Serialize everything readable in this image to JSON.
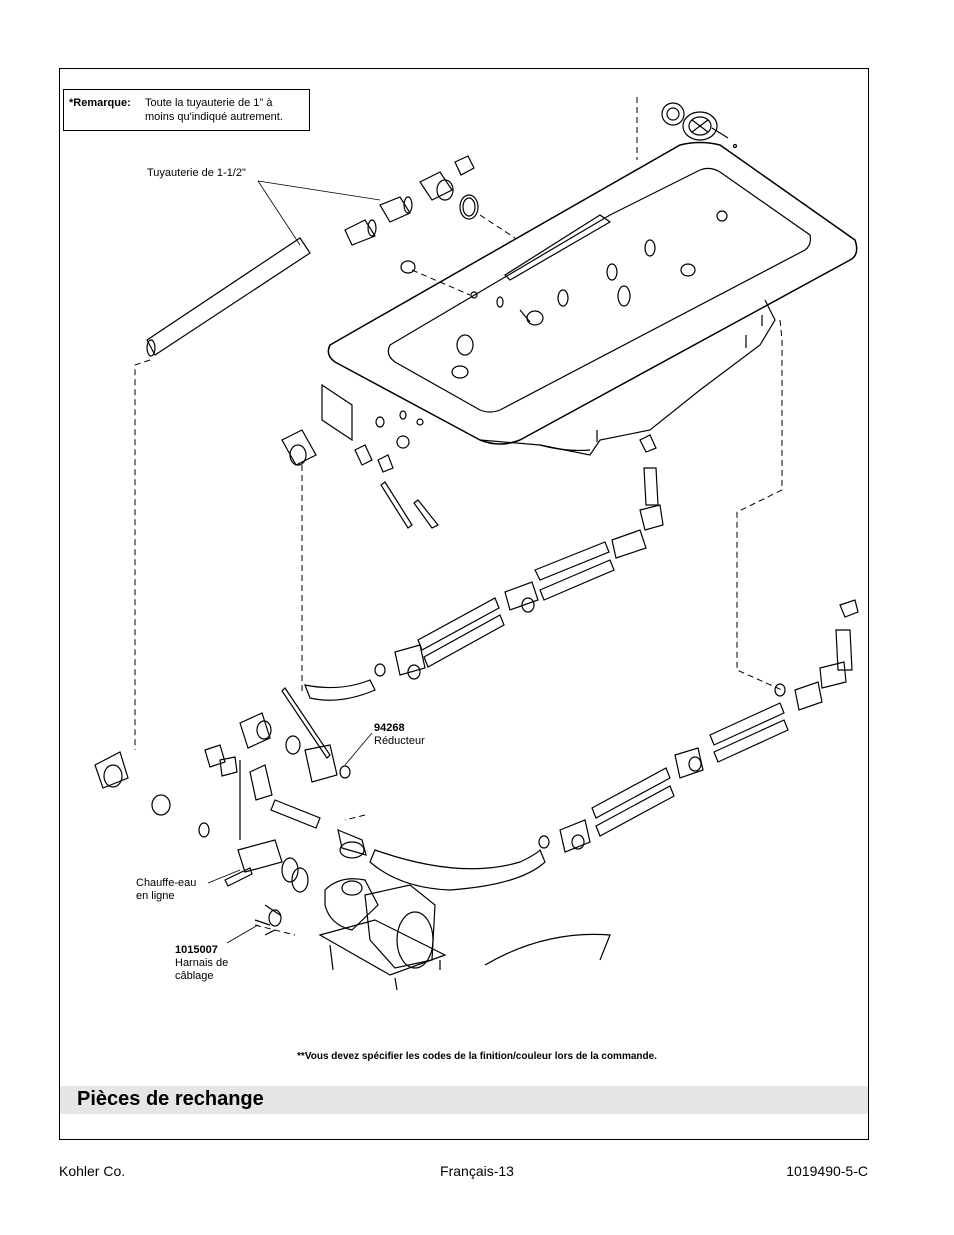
{
  "note": {
    "label": "*Remarque:",
    "text_line1": "Toute la tuyauterie de 1\" à",
    "text_line2": "moins qu'indiqué autrement."
  },
  "callouts": {
    "pipe_label": "Tuyauterie de 1-1/2\"",
    "reducer_code": "94268",
    "reducer_name": "Réducteur",
    "heater_line1": "Chauffe-eau",
    "heater_line2": "en ligne",
    "harness_code": "1015007",
    "harness_line1": "Harnais de",
    "harness_line2": "câblage"
  },
  "footnote": "**Vous devez spécifier les codes de la finition/couleur lors de la commande.",
  "section_title": "Pièces de rechange",
  "footer": {
    "left": "Kohler Co.",
    "center": "Français-13",
    "right": "1019490-5-C"
  }
}
